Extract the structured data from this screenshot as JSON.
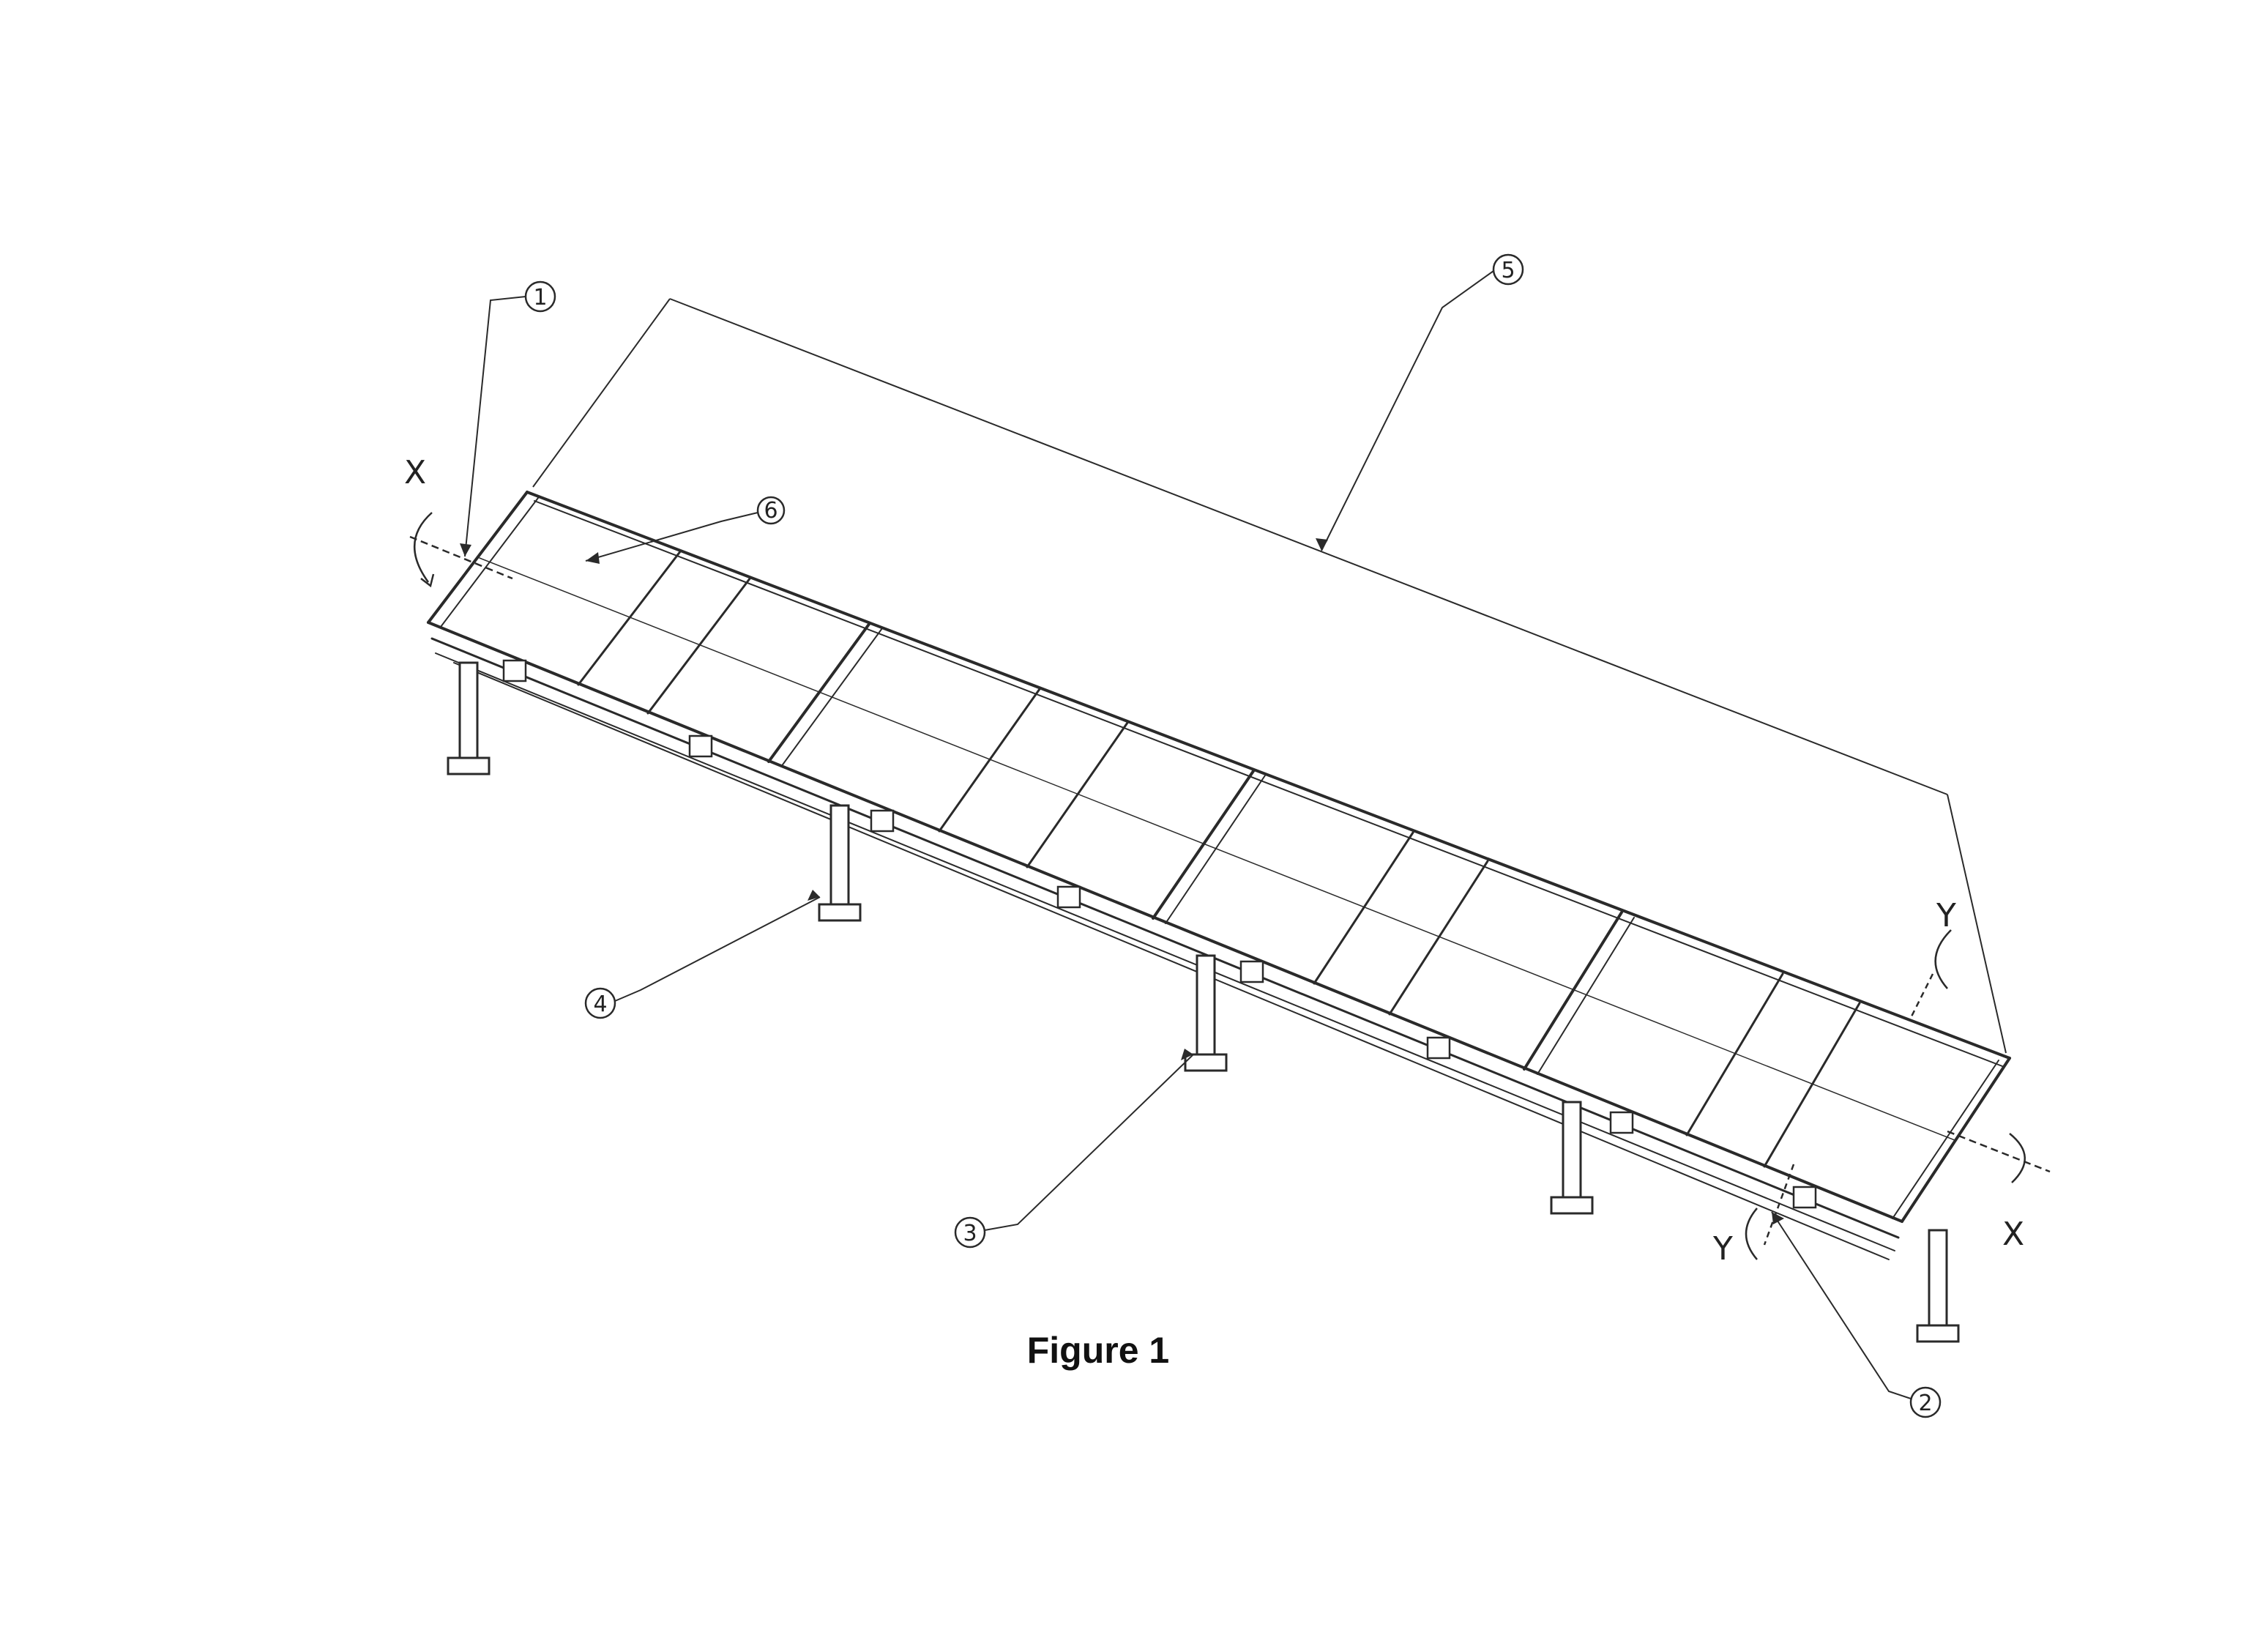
{
  "figure": {
    "caption": "Figure 1",
    "callouts": {
      "c1": "1",
      "c2": "2",
      "c3": "3",
      "c4": "4",
      "c5": "5",
      "c6": "6"
    },
    "axis_labels": {
      "x_left": "X",
      "x_right": "X",
      "y_top": "Y",
      "y_bottom": "Y"
    },
    "colors": {
      "line": "#2a2a2a",
      "background": "#ffffff"
    }
  }
}
